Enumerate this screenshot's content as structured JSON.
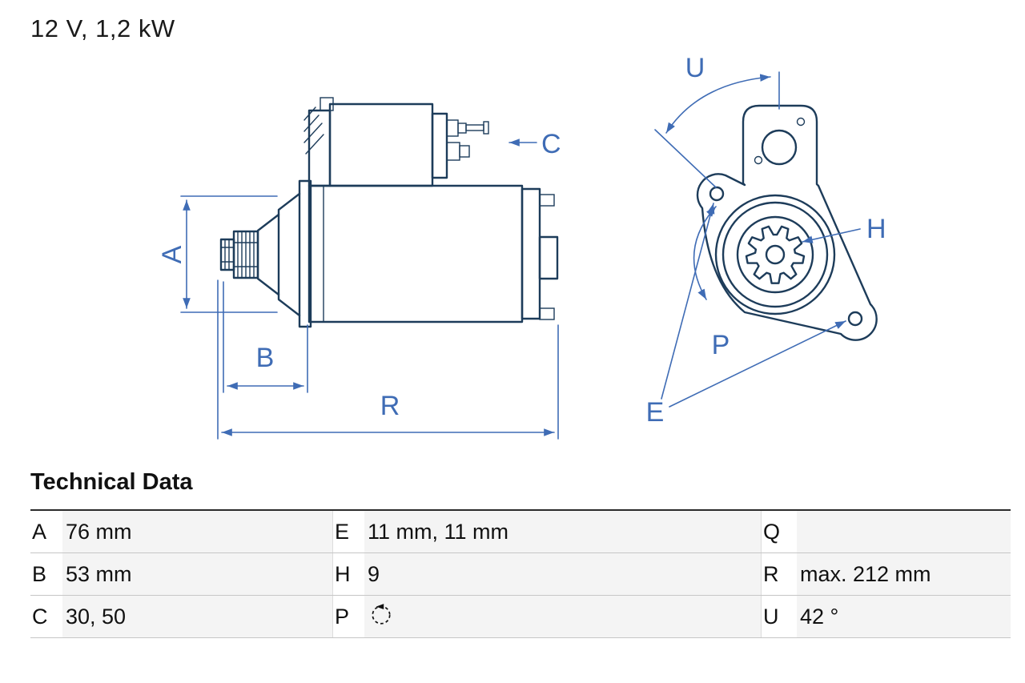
{
  "title": "12 V, 1,2 kW",
  "colors": {
    "ink": "#1d3c5a",
    "dim": "#3f6cb5",
    "text": "#111111"
  },
  "drawing": {
    "labels": {
      "a": "A",
      "b": "B",
      "c": "C",
      "r": "R",
      "u": "U",
      "h": "H",
      "p": "P",
      "e": "E"
    }
  },
  "table": {
    "heading": "Technical Data",
    "rows": [
      [
        {
          "key": "A",
          "value": "76 mm"
        },
        {
          "key": "E",
          "value": "11 mm, 11 mm"
        },
        {
          "key": "Q",
          "value": ""
        }
      ],
      [
        {
          "key": "B",
          "value": "53 mm"
        },
        {
          "key": "H",
          "value": "9"
        },
        {
          "key": "R",
          "value": "max. 212 mm"
        }
      ],
      [
        {
          "key": "C",
          "value": "30, 50"
        },
        {
          "key": "P",
          "value": "",
          "icon": "rotation-ccw"
        },
        {
          "key": "U",
          "value": "42 °"
        }
      ]
    ]
  }
}
